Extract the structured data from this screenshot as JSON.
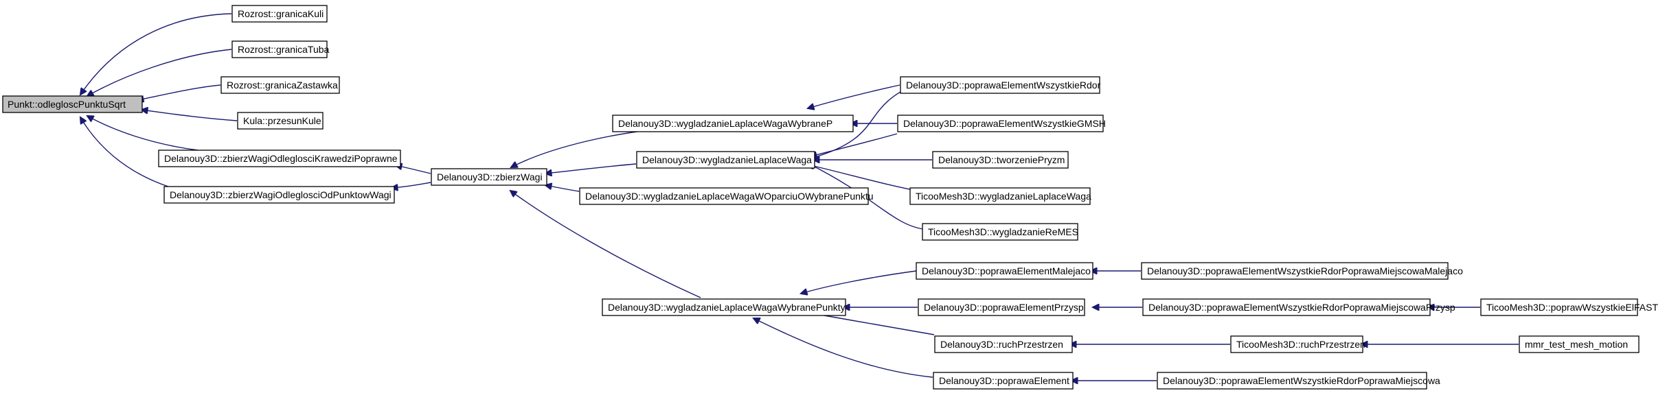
{
  "graph": {
    "nodes": {
      "n0": "Punkt::odlegloscPunktuSqrt",
      "n1": "Rozrost::granicaKuli",
      "n2": "Rozrost::granicaTuba",
      "n3": "Rozrost::granicaZastawka",
      "n4": "Kula::przesunKule",
      "n5": "Delanouy3D::zbierzWagiOdleglosciKrawedziPoprawne",
      "n6": "Delanouy3D::zbierzWagiOdleglosciOdPunktowWagi",
      "n7": "Delanouy3D::zbierzWagi",
      "n8": "Delanouy3D::wygladzanieLaplaceWagaWybraneP",
      "n9": "Delanouy3D::wygladzanieLaplaceWaga",
      "n10": "Delanouy3D::wygladzanieLaplaceWagaWOparciuOWybranePunktu",
      "n11": "Delanouy3D::wygladzanieLaplaceWagaWybranePunkty",
      "n12": "Delanouy3D::poprawaElementWszystkieRdor",
      "n13": "Delanouy3D::poprawaElementWszystkieGMSH",
      "n14": "Delanouy3D::tworzeniePryzm",
      "n15": "TicooMesh3D::wygladzanieLaplaceWaga",
      "n16": "TicooMesh3D::wygladzanieReMES",
      "n17": "Delanouy3D::poprawaElementMalejaco",
      "n18": "Delanouy3D::poprawaElementPrzysp",
      "n19": "Delanouy3D::ruchPrzestrzen",
      "n20": "Delanouy3D::poprawaElement",
      "n21": "Delanouy3D::poprawaElementWszystkieRdorPoprawaMiejscowaMalejaco",
      "n22": "Delanouy3D::poprawaElementWszystkieRdorPoprawaMiejscowaPrzysp",
      "n23": "TicooMesh3D::ruchPrzestrzen",
      "n24": "Delanouy3D::poprawaElementWszystkieRdorPoprawaMiejscowa",
      "n25": "TicooMesh3D::poprawWszystkieElFAST",
      "n26": "mmr_test_mesh_motion"
    }
  }
}
